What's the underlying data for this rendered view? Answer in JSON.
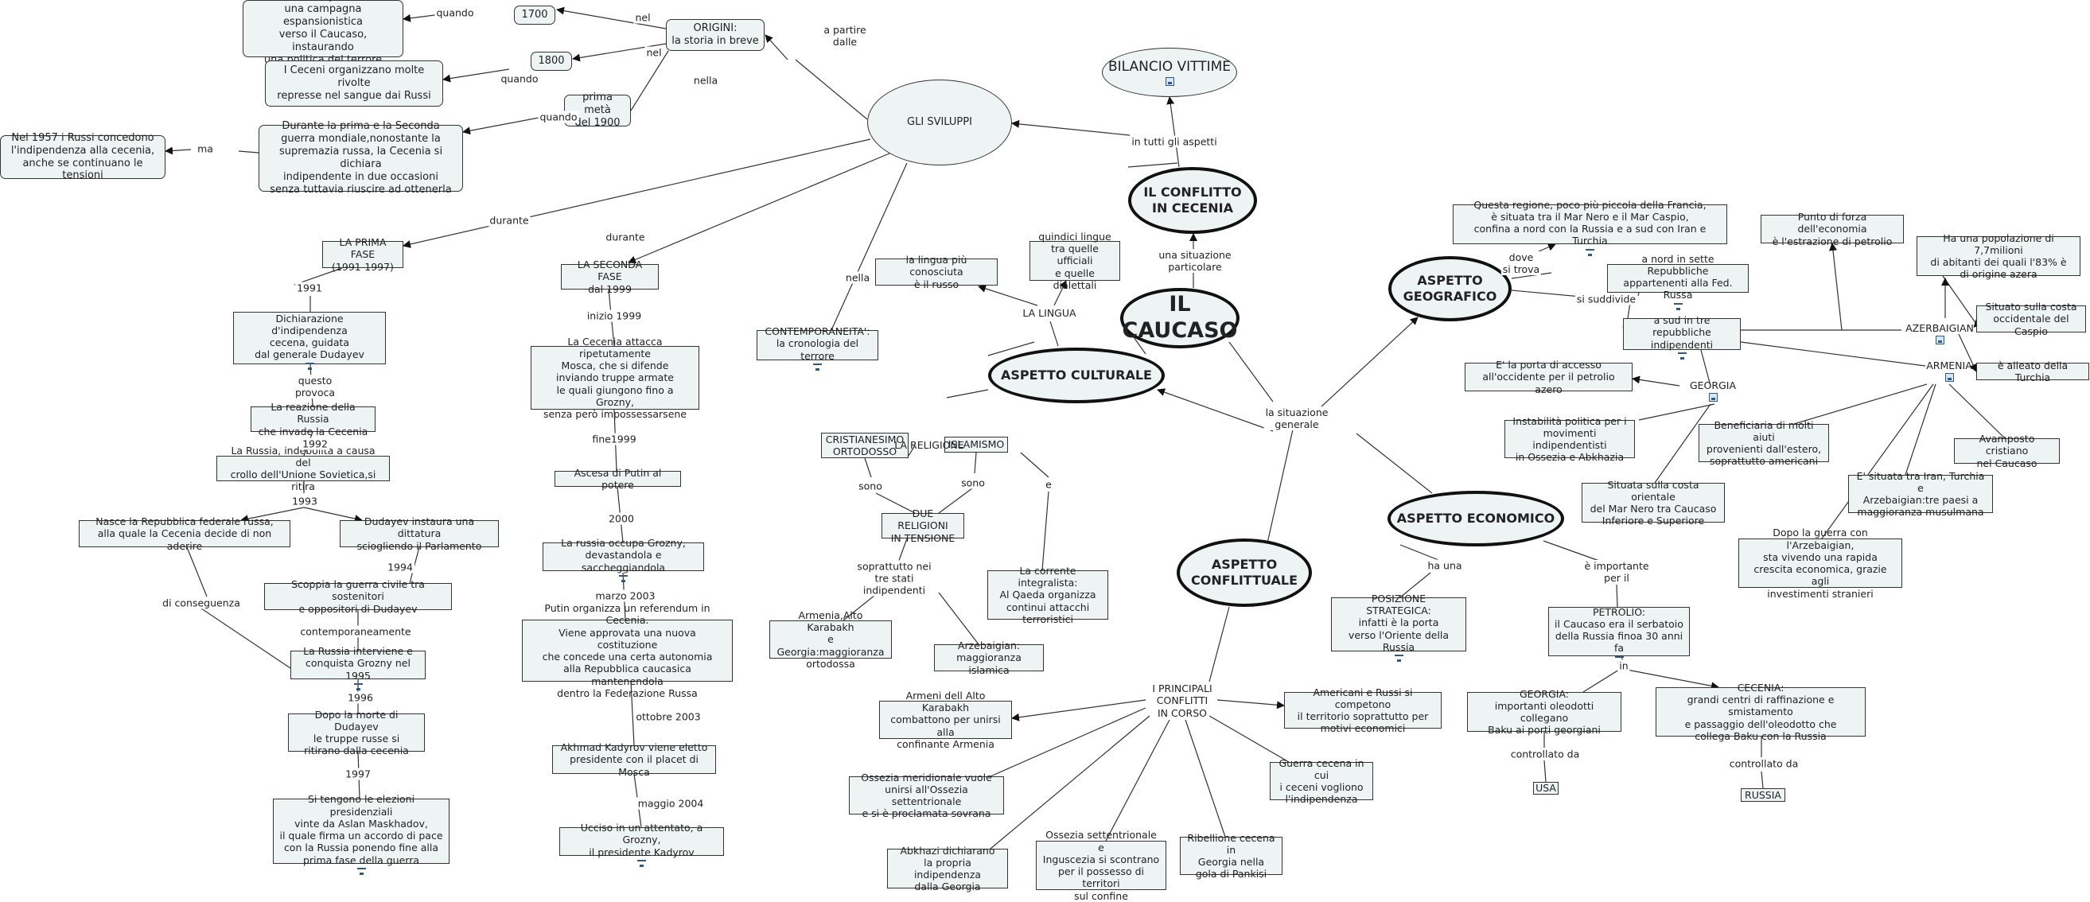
{
  "nodes": [
    {
      "id": "caucaso",
      "text": "IL CAUCASO",
      "style": "ellb",
      "fs": 27
    },
    {
      "id": "conflitto",
      "text": "IL CONFLITTO\nIN CECENIA",
      "style": "ellb",
      "fs": 16
    },
    {
      "id": "bilancio",
      "text": "BILANCIO VITTIME",
      "style": "ellt",
      "icon": true
    },
    {
      "id": "sviluppi",
      "text": "GLI SVILUPPI",
      "style": "ell"
    },
    {
      "id": "culturale",
      "text": "ASPETTO CULTURALE",
      "style": "ellb",
      "fs": 16
    },
    {
      "id": "geografico",
      "text": "ASPETTO\nGEOGRAFICO",
      "style": "ellb",
      "fs": 16
    },
    {
      "id": "economico",
      "text": "ASPETTO ECONOMICO",
      "style": "ellb",
      "fs": 16
    },
    {
      "id": "conflittuale",
      "text": "ASPETTO\nCONFLITTUALE",
      "style": "ellb",
      "fs": 16
    },
    {
      "id": "origini",
      "text": "ORIGINI:\nla storia in breve",
      "style": "rbox"
    },
    {
      "id": "r1700",
      "text": "1700",
      "style": "rbox"
    },
    {
      "id": "r1800",
      "text": "1800",
      "style": "rbox"
    },
    {
      "id": "primameta",
      "text": "prima metà\ndel 1900",
      "style": "rbox"
    },
    {
      "id": "russi_intra",
      "text": "I Russi intraprendono\nuna campagna espansionistica\nverso il Caucaso, instaurando\nuna politica del terrore",
      "style": "rbox"
    },
    {
      "id": "ceceni_org",
      "text": "I Ceceni organizzano molte rivolte\nrepresse nel sangue dai Russi",
      "style": "rbox"
    },
    {
      "id": "durante_prima",
      "text": "Durante la prima e la Seconda\nguerra mondiale,nonostante la\nsupremazia russa, la Cecenia si dichiara\nindipendente in due occasioni\nsenza tuttavia riuscire ad ottenerla",
      "style": "rbox"
    },
    {
      "id": "nel1957",
      "text": "Nel 1957 i Russi concedono\nl'indipendenza alla cecenia,\nanche se continuano le tensioni",
      "style": "rbox"
    },
    {
      "id": "primafase",
      "text": "LA PRIMA FASE\n(1991-1997)",
      "style": "box"
    },
    {
      "id": "dichiarazione",
      "text": "Dichiarazione d'indipendenza\ncecena, guidata\ndal generale Dudayev",
      "style": "box",
      "icon": true
    },
    {
      "id": "reazione",
      "text": "La reazione della Russia\nche invade la Cecenia",
      "style": "box"
    },
    {
      "id": "russia_indeb",
      "text": "La Russia, indebolita a causa del\ncrollo dell'Unione Sovietica,si ritira",
      "style": "box"
    },
    {
      "id": "nasce",
      "text": "Nasce la Repubblica federale russa,\nalla quale la Cecenia decide di non aderire",
      "style": "box"
    },
    {
      "id": "dudayev_dit",
      "text": "Dudayev instaura una dittatura\nsciogliendo il Parlamento",
      "style": "box"
    },
    {
      "id": "scoppia",
      "text": "Scoppia la guerra civile tra sostenitori\ne oppositori di Dudayev",
      "style": "box"
    },
    {
      "id": "russia_interv",
      "text": "La Russia interviene e\nconquista Grozny nel 1995",
      "style": "box",
      "icon": true
    },
    {
      "id": "dopo_morte",
      "text": "Dopo la morte di Dudayev\nle truppe russe si\nritirano dalla cecenia",
      "style": "box"
    },
    {
      "id": "elezioni",
      "text": "Si tengono le elezioni presidenziali\nvinte da Aslan Maskhadov,\nil quale firma un accordo di pace\ncon la Russia ponendo fine alla\nprima fase della guerra",
      "style": "box",
      "icon": true
    },
    {
      "id": "secondafase",
      "text": "LA SECONDA FASE\ndal 1999",
      "style": "box"
    },
    {
      "id": "cecenia_att",
      "text": "La Cecenia attacca ripetutamente\nMosca, che si difende\ninviando truppe armate\nle quali giungono fino a Grozny,\nsenza però impossessarsene",
      "style": "box"
    },
    {
      "id": "ascesa",
      "text": "Ascesa di Putin al potere",
      "style": "box"
    },
    {
      "id": "russia_occ",
      "text": "La russia occupa Grozny,\ndevastandola e saccheggiandola",
      "style": "box",
      "icon": true
    },
    {
      "id": "putin_ref",
      "text": "Putin organizza un referendum in Cecenia.\nViene approvata una nuova costituzione\nche concede una certa autonomia\nalla Repubblica caucasica mantenendola\ndentro la Federazione Russa",
      "style": "box"
    },
    {
      "id": "kadyrov",
      "text": "Akhmad Kadyrov viene eletto\npresidente con il placet di Mosca",
      "style": "box"
    },
    {
      "id": "ucciso",
      "text": "Ucciso in un attentato, a Grozny,\nil presidente Kadyrov",
      "style": "box",
      "icon": true
    },
    {
      "id": "contemporaneita",
      "text": "CONTEMPORANEITA':\nla cronologia del terrore",
      "style": "box",
      "icon": true
    },
    {
      "id": "lingua_conosc",
      "text": "la lingua più conosciuta\nè il russo",
      "style": "box"
    },
    {
      "id": "quindici",
      "text": "quindici lingue\ntra quelle ufficiali\ne quelle dialettali",
      "style": "box"
    },
    {
      "id": "cristianesimo",
      "text": "CRISTIANESIMO\nORTODOSSO",
      "style": "box"
    },
    {
      "id": "islamismo",
      "text": "ISLAMISMO",
      "style": "box"
    },
    {
      "id": "due_religioni",
      "text": "DUE RELIGIONI\nIN TENSIONE",
      "style": "box"
    },
    {
      "id": "armenia_kar",
      "text": "Armenia,Alto Karabakh\ne Georgia:maggioranza\nortodossa",
      "style": "box"
    },
    {
      "id": "arzebaigian_isl",
      "text": "Arzebaigian:\nmaggioranza islamica",
      "style": "box"
    },
    {
      "id": "corrente",
      "text": "La corrente integralista:\nAl Qaeda organizza\ncontinui attacchi\nterroristici",
      "style": "box"
    },
    {
      "id": "questa_regione",
      "text": "Questa regione, poco più piccola della Francia,\nè situata tra il Mar Nero e il Mar Caspio,\nconfina a nord con la Russia e a sud con Iran e Turchia",
      "style": "box",
      "icon": true
    },
    {
      "id": "nord_sette",
      "text": "a nord in sette Repubbliche\nappartenenti alla Fed. Russa",
      "style": "box",
      "icon": true
    },
    {
      "id": "sud_tre",
      "text": "a sud in tre repubbliche\nindipendenti",
      "style": "box",
      "icon": true
    },
    {
      "id": "porta",
      "text": "E' la porta di accesso\nall'occidente per il petrolio azero",
      "style": "box"
    },
    {
      "id": "instabilita",
      "text": "Instabilità politica per i\nmovimenti indipendentisti\nin Ossezia e Abkhazia",
      "style": "box"
    },
    {
      "id": "situata_mar",
      "text": "Situata sulla costa orientale\ndel Mar Nero tra Caucaso\nInferiore e Superiore",
      "style": "box"
    },
    {
      "id": "punto_forza",
      "text": "Punto di forza dell'economia\nè l'estrazione di petrolio",
      "style": "box"
    },
    {
      "id": "popolazione",
      "text": "Ha una popolazione di 7,7milioni\ndi abitanti dei quali l'83% è\ndi origine azera",
      "style": "box"
    },
    {
      "id": "costa_caspio",
      "text": "Situato sulla costa\noccidentale del Caspio",
      "style": "box"
    },
    {
      "id": "alleato",
      "text": "è alleato della Turchia",
      "style": "box"
    },
    {
      "id": "beneficiaria",
      "text": "Beneficiaria di molti aiuti\nprovenienti dall'estero,\nsoprattutto americani",
      "style": "box"
    },
    {
      "id": "avamposto",
      "text": "Avamposto cristiano\nnel Caucaso",
      "style": "box"
    },
    {
      "id": "situata_iran",
      "text": "E' situata tra Iran, Turchia e\nArzebaigian:tre paesi a\nmaggioranza musulmana",
      "style": "box"
    },
    {
      "id": "dopo_guerra",
      "text": "Dopo la guerra con l'Arzebaigian,\nsta vivendo una rapida\ncrescita economica, grazie agli\ninvestimenti stranieri",
      "style": "box"
    },
    {
      "id": "posizione",
      "text": "POSIZIONE\nSTRATEGICA:\ninfatti è la porta\nverso l'Oriente della Russia",
      "style": "box",
      "icon": true
    },
    {
      "id": "petrolio",
      "text": "PETROLIO:\nil Caucaso era il serbatoio\ndella Russia finoa 30 anni fa",
      "style": "box",
      "icon": true
    },
    {
      "id": "georgia_oleo",
      "text": "GEORGIA:\nimportanti oleodotti collegano\nBaku ai porti georgiani",
      "style": "box"
    },
    {
      "id": "cecenia_raff",
      "text": "CECENIA:\ngrandi centri di raffinazione e smistamento\ne passaggio dell'oleodotto che\ncollega Baku con la Russia",
      "style": "box"
    },
    {
      "id": "usa",
      "text": "USA",
      "style": "box"
    },
    {
      "id": "russia_box",
      "text": "RUSSIA",
      "style": "box"
    },
    {
      "id": "principali",
      "text": "I PRINCIPALI\nCONFLITTI\nIN CORSO",
      "style": "plain"
    },
    {
      "id": "armeni",
      "text": "Armeni dell Alto Karabakh\ncombattono per unirsi alla\nconfinante Armenia",
      "style": "box"
    },
    {
      "id": "americani",
      "text": "Americani e Russi si competono\nil territorio soprattutto per\nmotivi economici",
      "style": "box"
    },
    {
      "id": "ossezia_mer",
      "text": "Ossezia meridionale vuole\nunirsi all'Ossezia settentrionale\ne si è proclamata sovrana",
      "style": "box"
    },
    {
      "id": "abkhazi",
      "text": "Abkhazi dichiarano\nla propria indipendenza\ndalla Georgia",
      "style": "box"
    },
    {
      "id": "ossezia_set",
      "text": "Ossezia settentrionale e\nInguscezia si scontrano\nper il possesso di territori\nsul confine",
      "style": "box"
    },
    {
      "id": "ribellione",
      "text": "Ribellione cecena in\nGeorgia nella\ngola di Pankisi",
      "style": "box"
    },
    {
      "id": "guerra_cecena",
      "text": "Guerra cecena in cui\ni ceceni vogliono\nl'indipendenza",
      "style": "box"
    },
    {
      "id": "azerbaigian",
      "text": "AZERBAIGIAN",
      "style": "plain",
      "icon": true
    },
    {
      "id": "armenia",
      "text": "ARMENIA",
      "style": "plain",
      "icon": true
    },
    {
      "id": "georgia",
      "text": "GEORGIA",
      "style": "plain",
      "icon": true
    },
    {
      "id": "la_lingua",
      "text": "LA LINGUA",
      "style": "plain"
    },
    {
      "id": "la_religione",
      "text": "LA RELIGIONE",
      "style": "plain"
    }
  ],
  "link_labels": [
    {
      "id": "l_quando1",
      "text": "quando"
    },
    {
      "id": "l_nel1",
      "text": "nel"
    },
    {
      "id": "l_nel2",
      "text": "nel"
    },
    {
      "id": "l_quando2",
      "text": "quando"
    },
    {
      "id": "l_nella1",
      "text": "nella"
    },
    {
      "id": "l_quando3",
      "text": "quando"
    },
    {
      "id": "l_ma",
      "text": "ma"
    },
    {
      "id": "l_apartire",
      "text": "a partire\ndalle"
    },
    {
      "id": "l_intutti",
      "text": "in tutti gli aspetti"
    },
    {
      "id": "l_unasit",
      "text": "una situazione\nparticolare"
    },
    {
      "id": "l_lasit",
      "text": "la situazione\ngenerale"
    },
    {
      "id": "l_durante1",
      "text": "durante"
    },
    {
      "id": "l_durante2",
      "text": "durante"
    },
    {
      "id": "l_nella2",
      "text": "nella"
    },
    {
      "id": "l_1991",
      "text": "1991"
    },
    {
      "id": "l_questo",
      "text": "questo\nprovoca"
    },
    {
      "id": "l_1992",
      "text": "1992"
    },
    {
      "id": "l_1993",
      "text": "1993"
    },
    {
      "id": "l_1994",
      "text": "1994"
    },
    {
      "id": "l_contemp",
      "text": "contemporaneamente"
    },
    {
      "id": "l_1996",
      "text": "1996"
    },
    {
      "id": "l_1997",
      "text": "1997"
    },
    {
      "id": "l_dicons",
      "text": "di conseguenza"
    },
    {
      "id": "l_inizio1999",
      "text": "inizio 1999"
    },
    {
      "id": "l_fine1999",
      "text": "fine1999"
    },
    {
      "id": "l_2000",
      "text": "2000"
    },
    {
      "id": "l_marzo2003",
      "text": "marzo 2003"
    },
    {
      "id": "l_ottobre2003",
      "text": "ottobre 2003"
    },
    {
      "id": "l_maggio2004",
      "text": "maggio 2004"
    },
    {
      "id": "l_sono1",
      "text": "sono"
    },
    {
      "id": "l_sono2",
      "text": "sono"
    },
    {
      "id": "l_e",
      "text": "e"
    },
    {
      "id": "l_soprattutto",
      "text": "soprattutto nei\ntre stati\nindipendenti"
    },
    {
      "id": "l_dove",
      "text": "dove\nsi trova"
    },
    {
      "id": "l_sisudd",
      "text": "si suddivide"
    },
    {
      "id": "l_haune",
      "text": "ha una"
    },
    {
      "id": "l_eimport",
      "text": "è importante\nper il"
    },
    {
      "id": "l_in",
      "text": "in"
    },
    {
      "id": "l_controllato1",
      "text": "controllato da"
    },
    {
      "id": "l_controllato2",
      "text": "controllato da"
    }
  ]
}
